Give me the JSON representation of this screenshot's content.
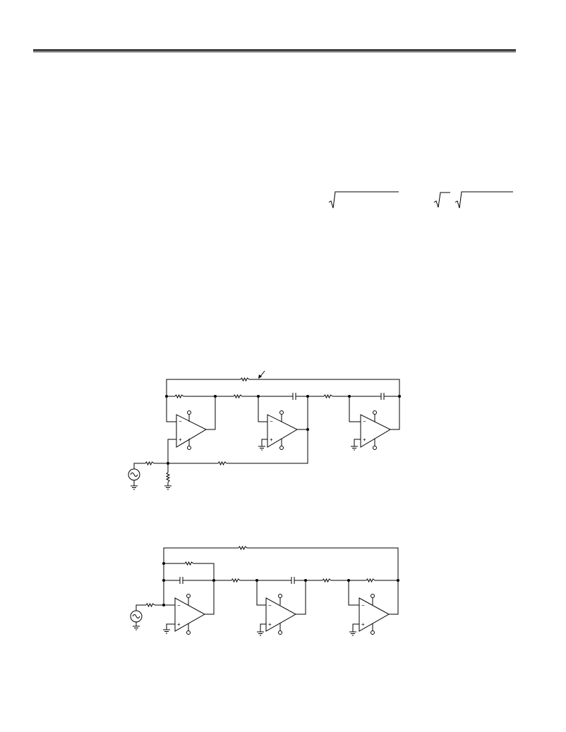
{
  "header": {
    "rule": "double"
  },
  "equation_fragments": {
    "radical_count": 3
  },
  "figures": [
    {
      "id": "circuit-1",
      "description_visible": "",
      "opamp_count": 3,
      "input_source": "ac-source-icon"
    },
    {
      "id": "circuit-2",
      "description_visible": "",
      "opamp_count": 3,
      "input_source": "ac-source-icon"
    }
  ],
  "opamp_signs": {
    "minus": "−",
    "plus": "+"
  }
}
